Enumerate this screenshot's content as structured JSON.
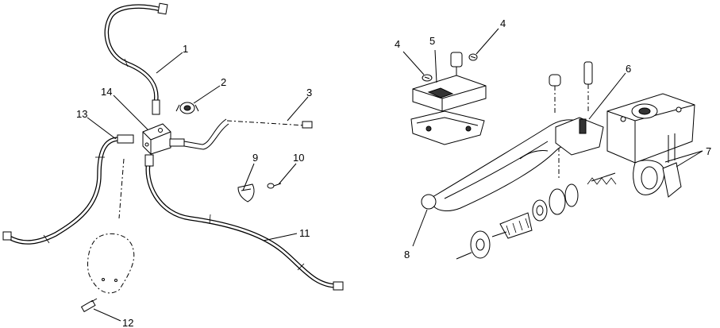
{
  "callouts": [
    {
      "id": "1",
      "label": "1"
    },
    {
      "id": "2",
      "label": "2"
    },
    {
      "id": "3",
      "label": "3"
    },
    {
      "id": "4a",
      "label": "4"
    },
    {
      "id": "4b",
      "label": "4"
    },
    {
      "id": "5",
      "label": "5"
    },
    {
      "id": "6",
      "label": "6"
    },
    {
      "id": "7",
      "label": "7"
    },
    {
      "id": "8",
      "label": "8"
    },
    {
      "id": "9",
      "label": "9"
    },
    {
      "id": "10",
      "label": "10"
    },
    {
      "id": "11",
      "label": "11"
    },
    {
      "id": "12",
      "label": "12"
    },
    {
      "id": "13",
      "label": "13"
    },
    {
      "id": "14",
      "label": "14"
    }
  ]
}
